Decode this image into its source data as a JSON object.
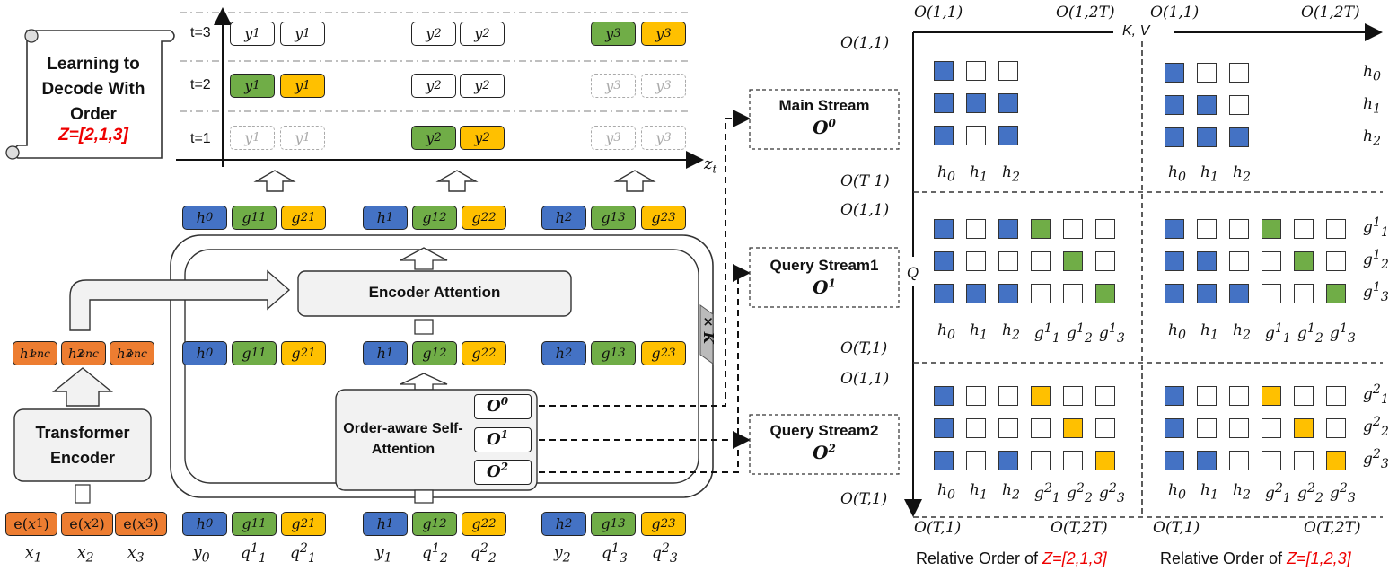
{
  "colors": {
    "h": "#4472c4",
    "g1": "#70ad47",
    "g2": "#ffc000",
    "enc": "#ed7d31"
  },
  "scroll": {
    "title": "Learning to Decode With Order",
    "order": "Z=[2,1,3]"
  },
  "timeline": {
    "rows": [
      "t=3",
      "t=2",
      "t=1"
    ],
    "axis_label": "z_t",
    "cells": [
      [
        "y1",
        "y1",
        "y2",
        "y2",
        "y3",
        "y3"
      ],
      [
        "y1",
        "y1",
        "y2",
        "y2",
        "y3",
        "y3"
      ],
      [
        "y1",
        "y1",
        "y2",
        "y2",
        "y3",
        "y3"
      ]
    ]
  },
  "output_tokens": [
    "h0",
    "g1 1",
    "g1 2",
    "h1",
    "g2 1",
    "g2 2",
    "h2",
    "g3 1",
    "g3 2"
  ],
  "encoder_attention": "Encoder Attention",
  "stack_label": "× K",
  "self_attention": "Order-aware Self-Attention",
  "streams": {
    "o0": "O^0",
    "o1": "O^1",
    "o2": "O^2",
    "main": "Main Stream",
    "query1": "Query Stream1",
    "query2": "Query Stream2"
  },
  "encoder": {
    "outputs": [
      "h1 enc",
      "h2 enc",
      "h3 enc"
    ],
    "label": "Transformer Encoder",
    "inputs": [
      "e(x1)",
      "e(x2)",
      "e(x3)"
    ],
    "vars": [
      "x1",
      "x2",
      "x3"
    ]
  },
  "decoder_inputs": [
    "y0",
    "q1 1",
    "q1 2",
    "y1",
    "q2 1",
    "q2 2",
    "y2",
    "q3 1",
    "q3 2"
  ],
  "matrix": {
    "top_labels": [
      "O(1,1)",
      "O(1,2T)",
      "O(1,1)",
      "O(1,2T)"
    ],
    "kv": "K, V",
    "q": "Q",
    "left_labels": [
      "O(1,1)",
      "O(T 1)",
      "O(1,1)",
      "O(T,1)",
      "O(1,1)",
      "O(T,1)"
    ],
    "bottom_labels": [
      "O(T,1)",
      "O(T,2T)",
      "O(T,1)",
      "O(T,2T)"
    ],
    "row_labels": [
      "h0",
      "h1",
      "h2",
      "g1 1",
      "g2 1",
      "g3 1",
      "g1 2",
      "g2 2",
      "g3 2"
    ],
    "col_labels_small": [
      "h0",
      "h1",
      "h2"
    ],
    "col_labels_large": [
      "h0",
      "h1",
      "h2",
      "g1 1",
      "g2 1",
      "g3 1"
    ],
    "col_labels_large2": [
      "h0",
      "h1",
      "h2",
      "g1 2",
      "g2 2",
      "g3 2"
    ],
    "caption_prefix": "Relative Order of ",
    "captions": [
      "Z=[2,1,3]",
      "Z=[1,2,3]"
    ],
    "left_main": [
      [
        "b",
        "w",
        "w"
      ],
      [
        "b",
        "b",
        "b"
      ],
      [
        "b",
        "w",
        "b"
      ]
    ],
    "right_main": [
      [
        "b",
        "w",
        "w"
      ],
      [
        "b",
        "b",
        "w"
      ],
      [
        "b",
        "b",
        "b"
      ]
    ],
    "left_q1": [
      [
        "b",
        "w",
        "b",
        "g",
        "w",
        "w"
      ],
      [
        "b",
        "w",
        "w",
        "w",
        "g",
        "w"
      ],
      [
        "b",
        "b",
        "b",
        "w",
        "w",
        "g"
      ]
    ],
    "right_q1": [
      [
        "b",
        "w",
        "w",
        "g",
        "w",
        "w"
      ],
      [
        "b",
        "b",
        "w",
        "w",
        "g",
        "w"
      ],
      [
        "b",
        "b",
        "b",
        "w",
        "w",
        "g"
      ]
    ],
    "left_q2": [
      [
        "b",
        "w",
        "w",
        "y",
        "w",
        "w"
      ],
      [
        "b",
        "w",
        "w",
        "w",
        "y",
        "w"
      ],
      [
        "b",
        "w",
        "b",
        "w",
        "w",
        "y"
      ]
    ],
    "right_q2": [
      [
        "b",
        "w",
        "w",
        "y",
        "w",
        "w"
      ],
      [
        "b",
        "w",
        "w",
        "w",
        "y",
        "w"
      ],
      [
        "b",
        "b",
        "w",
        "w",
        "w",
        "y"
      ]
    ]
  }
}
